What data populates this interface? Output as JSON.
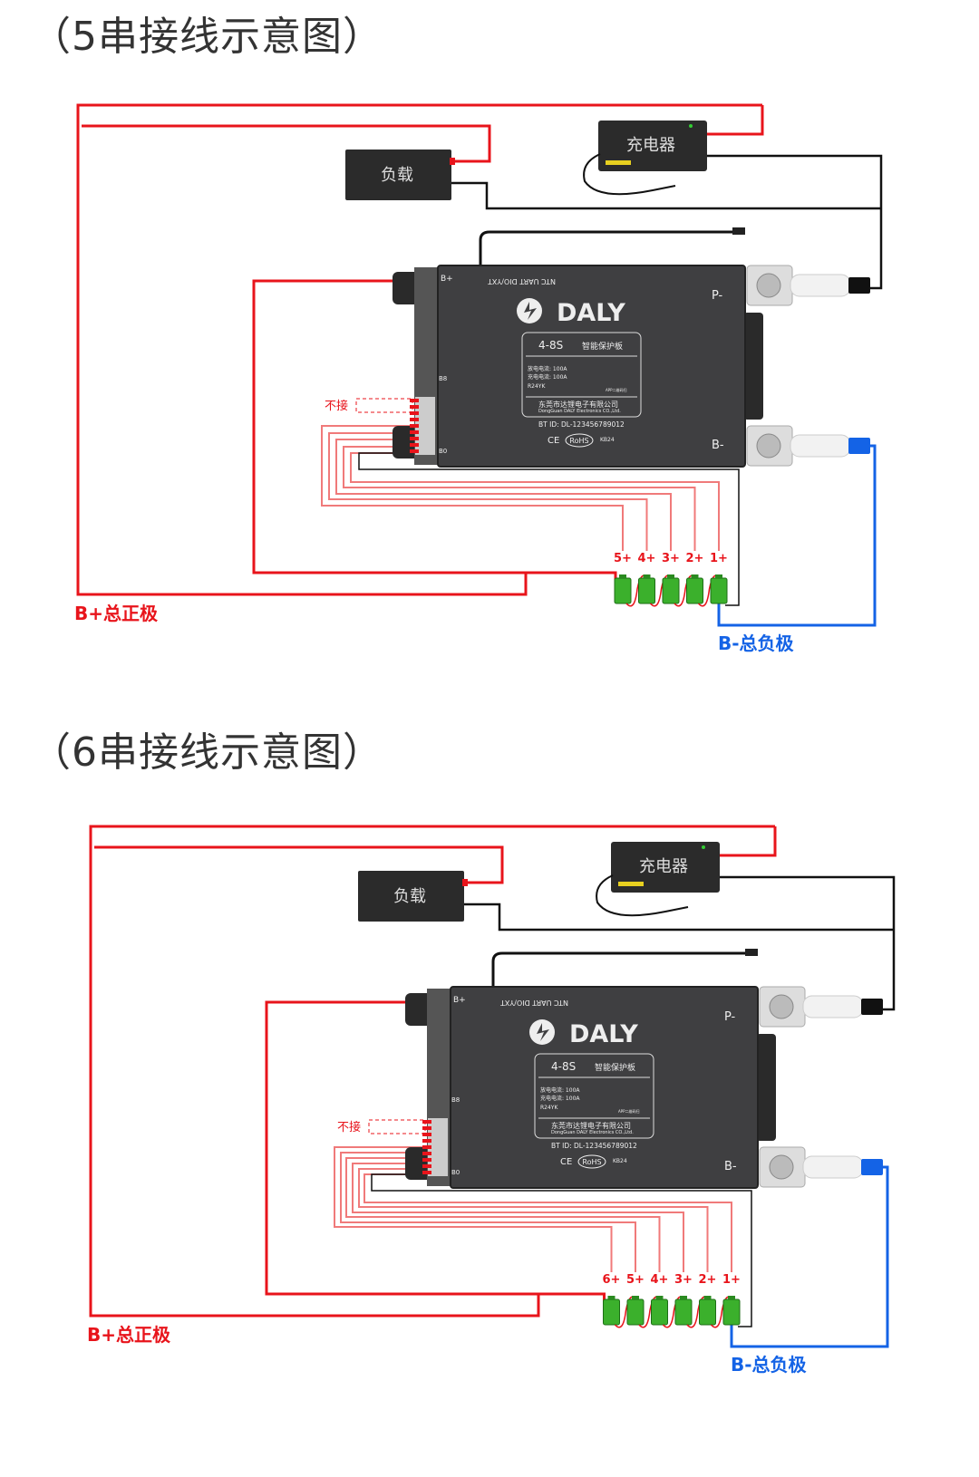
{
  "diagrams": [
    {
      "title": "（5串接线示意图）",
      "series_count": 5,
      "cell_labels": [
        "5+",
        "4+",
        "3+",
        "2+",
        "1+"
      ]
    },
    {
      "title": "（6串接线示意图）",
      "series_count": 6,
      "cell_labels": [
        "6+",
        "5+",
        "4+",
        "3+",
        "2+",
        "1+"
      ]
    }
  ],
  "labels": {
    "charger": "充电器",
    "load": "负载",
    "not_connected": "不接",
    "b_plus_total": "B+总正极",
    "b_minus_total": "B-总负极"
  },
  "bms": {
    "brand": "DALY",
    "ports": "NTC   UART   DIO/YXT",
    "b_plus": "B+",
    "b8": "B8",
    "b0": "B0",
    "p_minus": "P-",
    "b_minus": "B-",
    "model": "4-8S",
    "name": "智能保护板",
    "discharge": "放电电流: 100A",
    "charge": "充电电流: 100A",
    "code": "R24YK",
    "app_note": "APP二维码扫",
    "company_cn": "东莞市达锂电子有限公司",
    "company_en": "DongGuan DALY Electronics CO.,Ltd.",
    "bt_id": "BT ID: DL-123456789012",
    "ce": "CE",
    "rohs": "RoHS",
    "kb": "KB24"
  },
  "colors": {
    "red": "#e8141b",
    "pink": "#f07a7a",
    "blue": "#1463e6",
    "black": "#111111",
    "board": "#3f3f41",
    "cell": "#3bb02c"
  }
}
